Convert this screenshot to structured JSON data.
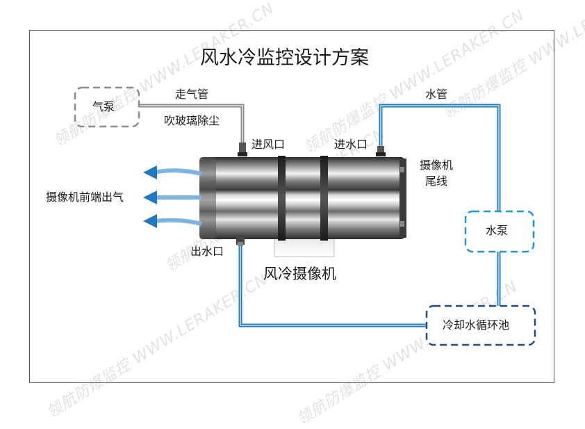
{
  "watermarks": [
    "领航防爆监控 WWW.LERAKER.CN",
    "领航防爆监控 WWW.LERAKER.CN",
    "领航防爆监控 WWW.LERAKER.CN",
    "领航防爆监控 WWW.LERAKER.CN",
    "领航防爆监控 WWW.LERAKER.CN",
    "领航防爆监控 WWW.LERAKER.CN"
  ],
  "title": "风水冷监控设计方案",
  "air_pump": "气泵",
  "air_pipe": "走气管",
  "glass_dust": "吹玻璃除尘",
  "air_inlet": "进风口",
  "water_inlet": "进水口",
  "water_pipe": "水管",
  "camera_tail_1": "摄像机",
  "camera_tail_2": "尾线",
  "front_outlet": "摄像机前端出气",
  "water_outlet": "出水口",
  "camera_name": "风冷摄像机",
  "water_pump": "水泵",
  "cooling_pool": "冷却水循环池",
  "colors": {
    "water_pipe": "#1f7ec9",
    "air_pipe": "#9a9a9a",
    "arrow": "#1e78c2",
    "pump_border": "#1a9ad6",
    "pool_border": "#1b4f86",
    "air_pump_border": "#8c8c8c"
  }
}
